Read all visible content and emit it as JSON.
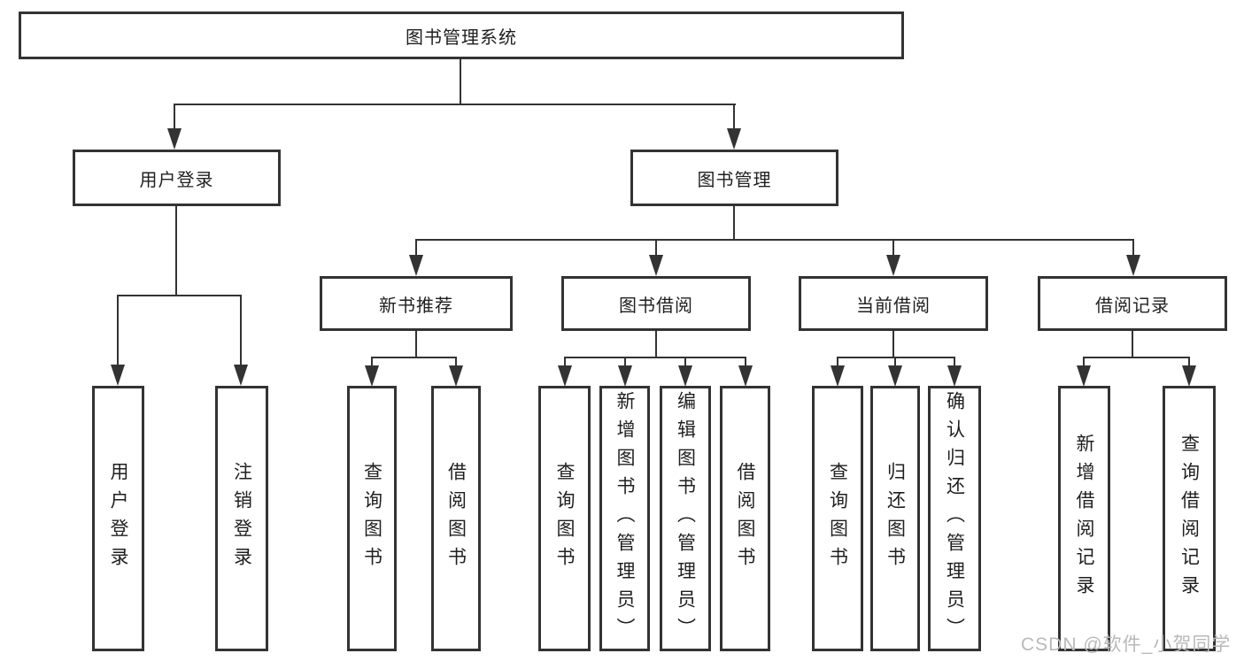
{
  "diagram": {
    "root": "图书管理系统",
    "level2": [
      "用户登录",
      "图书管理"
    ],
    "level3": [
      "新书推荐",
      "图书借阅",
      "当前借阅",
      "借阅记录"
    ],
    "user_login_children": [
      "用户登录",
      "注销登录"
    ],
    "new_book_children": [
      "查询图书",
      "借阅图书"
    ],
    "book_borrow_children": [
      "查询图书",
      "新增图书（管理员）",
      "编辑图书（管理员）",
      "借阅图书"
    ],
    "current_borrow_children": [
      "查询图书",
      "归还图书",
      "确认归还（管理员）"
    ],
    "borrow_record_children": [
      "新增借阅记录",
      "查询借阅记录"
    ]
  },
  "watermark": {
    "text": "CSDN @软件_小贺同学",
    "color": "#b9b9b9"
  },
  "colors": {
    "line": "#333333",
    "text": "#1f1f1f",
    "background": "#ffffff"
  }
}
